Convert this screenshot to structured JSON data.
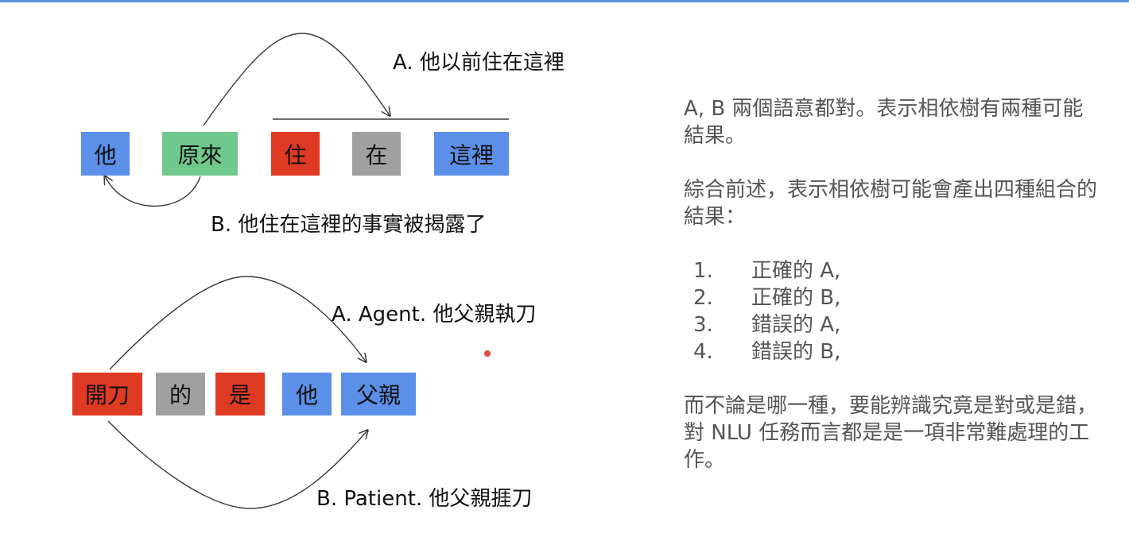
{
  "colors": {
    "blue": "#5b8fe8",
    "green": "#6fc98d",
    "red": "#df3a24",
    "gray": "#a0a0a0",
    "accent_bar": "#5b8fd6",
    "arrow": "#3a3a3a"
  },
  "diagram1": {
    "words": [
      "他",
      "原來",
      "住",
      "在",
      "這裡"
    ],
    "label_a": "A. 他以前住在這裡",
    "label_b": "B. 他住在這裡的事實被揭露了"
  },
  "diagram2": {
    "words": [
      "開刀",
      "的",
      "是",
      "他",
      "父親"
    ],
    "label_a": "A. Agent. 他父親執刀",
    "label_b": "B. Patient. 他父親捱刀"
  },
  "explanation": {
    "para1": "A, B 兩個語意都對。表示相依樹有兩種可能結果。",
    "para2": "綜合前述，表示相依樹可能會產出四種組合的結果：",
    "list": [
      {
        "num": "1.",
        "text": "正確的 A,"
      },
      {
        "num": "2.",
        "text": "正確的 B,"
      },
      {
        "num": "3.",
        "text": "錯誤的 A,"
      },
      {
        "num": "4.",
        "text": "錯誤的 B,"
      }
    ],
    "para3": "而不論是哪一種，要能辨識究竟是對或是錯，對 NLU 任務而言都是是一項非常難處理的工作。"
  }
}
